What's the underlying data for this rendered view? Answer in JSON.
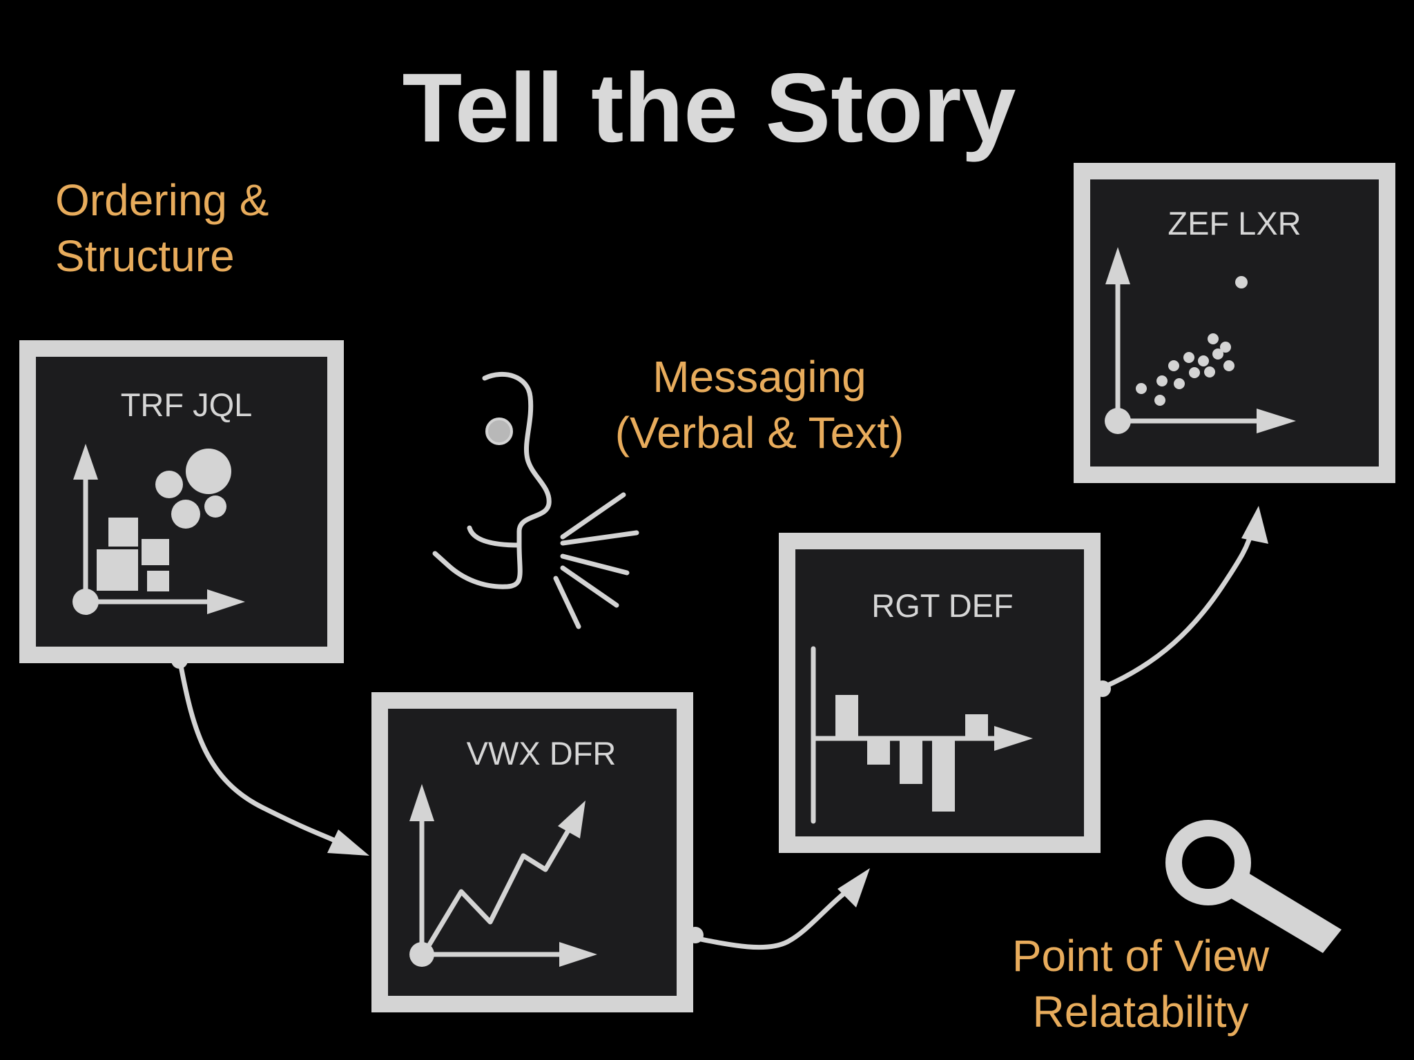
{
  "title": "Tell the Story",
  "labels": {
    "ordering_line1": "Ordering &",
    "ordering_line2": "Structure",
    "messaging_line1": "Messaging",
    "messaging_line2": "(Verbal & Text)",
    "pov_line1": "Point of View",
    "pov_line2": "Relatability"
  },
  "panels": [
    {
      "title": "TRF JQL",
      "icon": "bubble-bar-chart-icon"
    },
    {
      "title": "VWX DFR",
      "icon": "line-trend-chart-icon"
    },
    {
      "title": "RGT DEF",
      "icon": "waterfall-bar-chart-icon"
    },
    {
      "title": "ZEF LXR",
      "icon": "scatter-plot-icon"
    }
  ],
  "icons": [
    "speaking-face-icon",
    "magnifying-glass-icon"
  ],
  "colors": {
    "background": "#000000",
    "title": "#d9d9d9",
    "accent": "#e8ac5c",
    "frame": "#d4d4d4",
    "panel_fill": "#1c1c1e"
  }
}
